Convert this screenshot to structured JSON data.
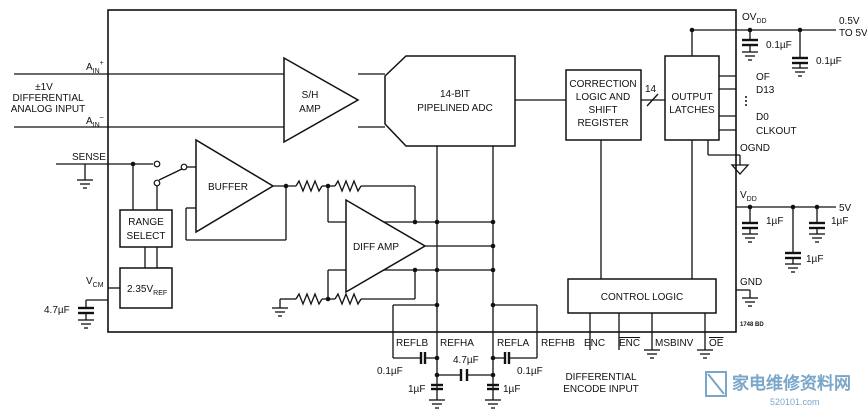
{
  "blocks": {
    "sh_amp": [
      "S/H",
      "AMP"
    ],
    "adc": [
      "14-BIT",
      "PIPELINED ADC"
    ],
    "correction": [
      "CORRECTION",
      "LOGIC AND",
      "SHIFT",
      "REGISTER"
    ],
    "output_latches": [
      "OUTPUT",
      "LATCHES"
    ],
    "buffer": "BUFFER",
    "range_select": [
      "RANGE",
      "SELECT"
    ],
    "diff_amp": "DIFF AMP",
    "control_logic": "CONTROL LOGIC",
    "vref": {
      "main": "2.35V",
      "sub": "REF"
    }
  },
  "labels": {
    "ain_plus": {
      "main": "A",
      "sub": "IN",
      "sup": "+"
    },
    "ain_minus": {
      "main": "A",
      "sub": "IN",
      "sup": "–"
    },
    "analog_input": [
      "±1V",
      "DIFFERENTIAL",
      "ANALOG INPUT"
    ],
    "sense": "SENSE",
    "vcm": {
      "main": "V",
      "sub": "CM"
    },
    "cap_vcm": "4.7µF",
    "bus_width": "14",
    "ovdd": {
      "main": "OV",
      "sub": "DD"
    },
    "ovdd_supply": [
      "0.5V",
      "TO 5V"
    ],
    "cap_ovdd_1": "0.1µF",
    "cap_ovdd_2": "0.1µF",
    "of": "OF",
    "d13": "D13",
    "d0": "D0",
    "clkout": "CLKOUT",
    "ognd": "OGND",
    "vdd": {
      "main": "V",
      "sub": "DD"
    },
    "vdd_supply": "5V",
    "cap_vdd_1": "1µF",
    "cap_vdd_2": "1µF",
    "cap_vdd_3": "1µF",
    "gnd": "GND",
    "reflb": "REFLB",
    "refha": "REFHA",
    "refla": "REFLA",
    "refhb": "REFHB",
    "cap_ref_mid": "4.7µF",
    "cap_ref_left": "0.1µF",
    "cap_ref_right": "0.1µF",
    "cap_ref_1uf_left": "1µF",
    "cap_ref_1uf_right": "1µF",
    "enc": "ENC",
    "enc_bar": "ENC",
    "msbinv": "MSBINV",
    "oe_bar": "OE",
    "encode_input": [
      "DIFFERENTIAL",
      "ENCODE INPUT"
    ],
    "fig_code": "1748 BD"
  },
  "watermark": {
    "text": "家电维修资料网",
    "url": "520101.com"
  }
}
